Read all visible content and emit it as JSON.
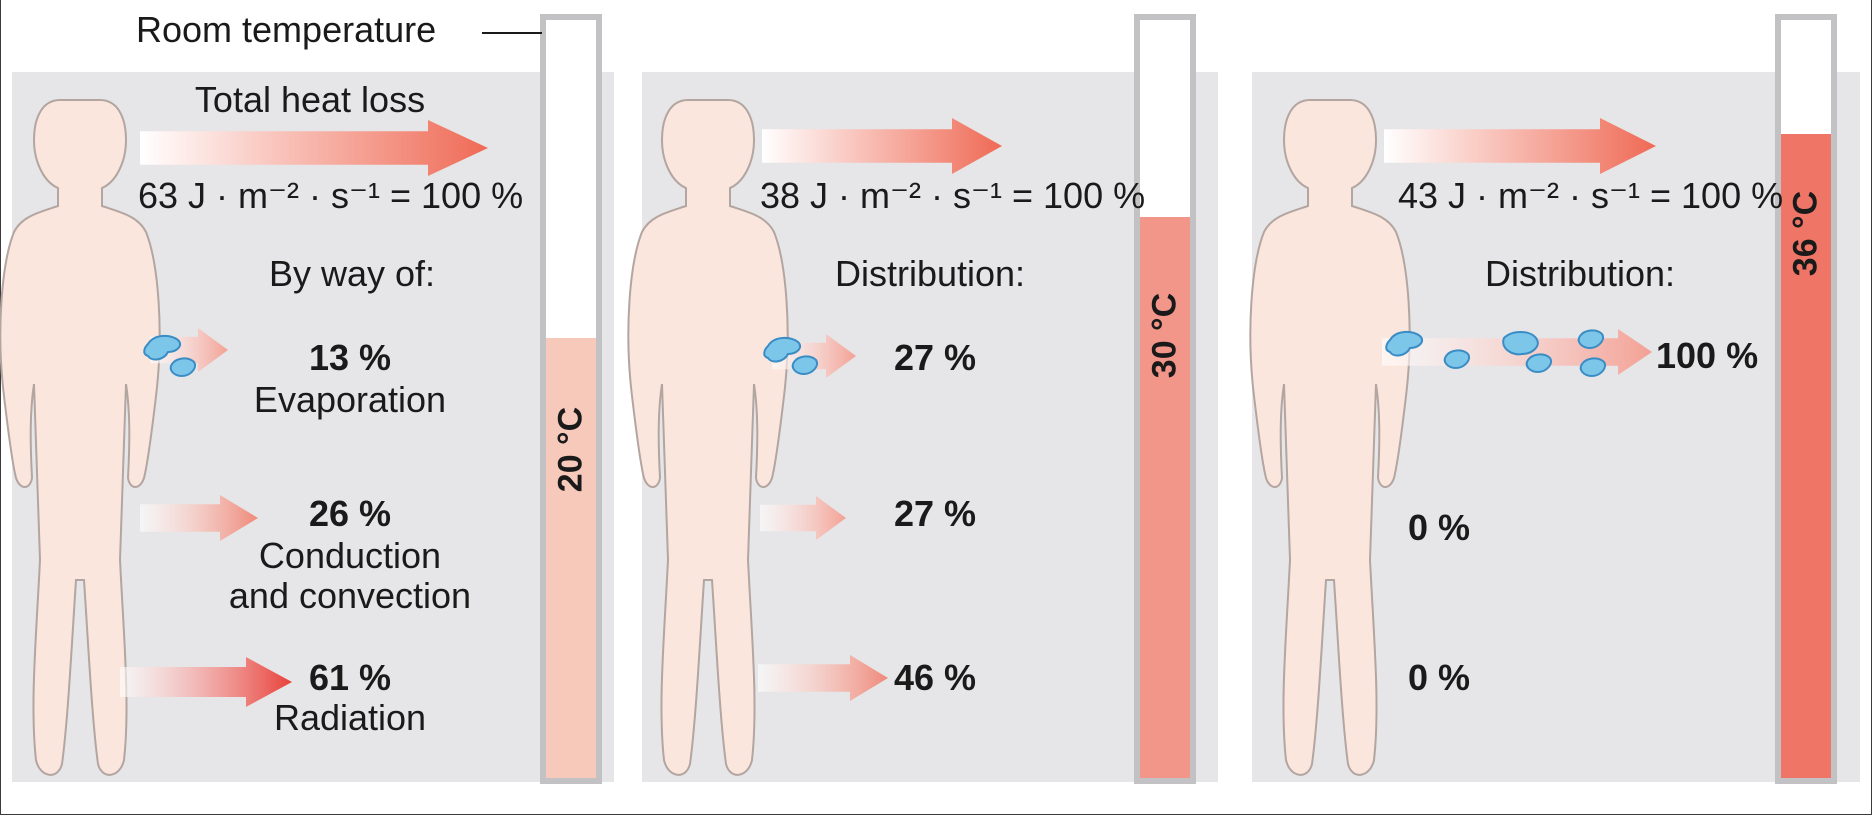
{
  "room_temperature_label": "Room temperature",
  "colors": {
    "panel_bg": "#e6e6e8",
    "body_skin": "#fbe6dd",
    "body_outline": "#b3a5a0",
    "thermo_frame": "#c2c2c4",
    "arrow_red": "#ef6a55",
    "sweat_blue": "#7cc6ea",
    "fill_20": "#f6c9bb",
    "fill_30": "#f2968a",
    "fill_36": "#ef7567"
  },
  "panels": [
    {
      "id": "room-20",
      "heading_top": "Total heat loss",
      "total_formula": "63 J · m⁻² · s⁻¹ = 100 %",
      "distribution_heading": "By way of:",
      "thermometer": {
        "label": "20 °C",
        "temperature_c": 20,
        "fill_fraction": 0.58
      },
      "rows": [
        {
          "percent": "13 %",
          "caption": "Evaporation",
          "caption2": ""
        },
        {
          "percent": "26 %",
          "caption": "Conduction",
          "caption2": "and convection"
        },
        {
          "percent": "61 %",
          "caption": "Radiation",
          "caption2": ""
        }
      ]
    },
    {
      "id": "room-30",
      "heading_top": "",
      "total_formula": "38 J · m⁻² · s⁻¹ = 100 %",
      "distribution_heading": "Distribution:",
      "thermometer": {
        "label": "30 °C",
        "temperature_c": 30,
        "fill_fraction": 0.74
      },
      "rows": [
        {
          "percent": "27 %",
          "caption": "",
          "caption2": ""
        },
        {
          "percent": "27 %",
          "caption": "",
          "caption2": ""
        },
        {
          "percent": "46 %",
          "caption": "",
          "caption2": ""
        }
      ]
    },
    {
      "id": "room-36",
      "heading_top": "",
      "total_formula": "43 J · m⁻² · s⁻¹ = 100 %",
      "distribution_heading": "Distribution:",
      "thermometer": {
        "label": "36 °C",
        "temperature_c": 36,
        "fill_fraction": 0.85
      },
      "rows": [
        {
          "percent": "100 %",
          "caption": "",
          "caption2": ""
        },
        {
          "percent": "0 %",
          "caption": "",
          "caption2": ""
        },
        {
          "percent": "0 %",
          "caption": "",
          "caption2": ""
        }
      ]
    }
  ]
}
